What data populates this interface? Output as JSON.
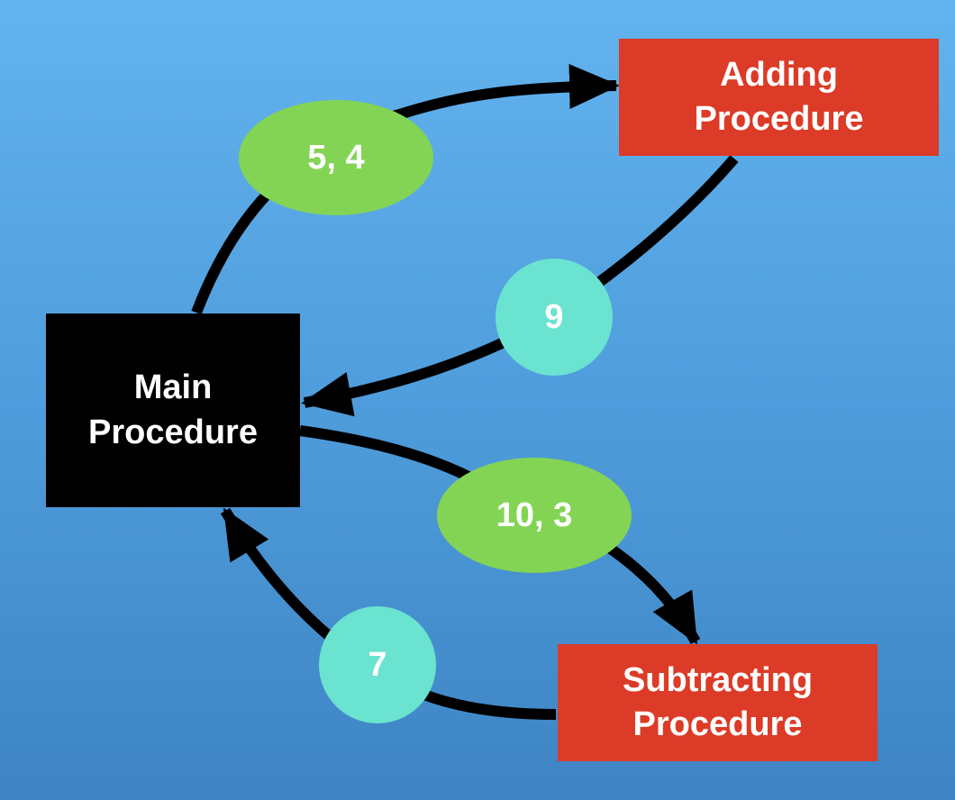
{
  "colors": {
    "main": "#000000",
    "procedure": "#dc3b27",
    "args_bubble": "#83d455",
    "result_bubble": "#6ae3d0",
    "arrow": "#000000"
  },
  "nodes": {
    "main": {
      "line1": "Main",
      "line2": "Procedure"
    },
    "adding": {
      "line1": "Adding",
      "line2": "Procedure"
    },
    "subtracting": {
      "line1": "Subtracting",
      "line2": "Procedure"
    }
  },
  "edges": {
    "main_to_adding": {
      "label": "5, 4"
    },
    "adding_to_main": {
      "label": "9"
    },
    "main_to_subtracting": {
      "label": "10, 3"
    },
    "subtracting_to_main": {
      "label": "7"
    }
  }
}
